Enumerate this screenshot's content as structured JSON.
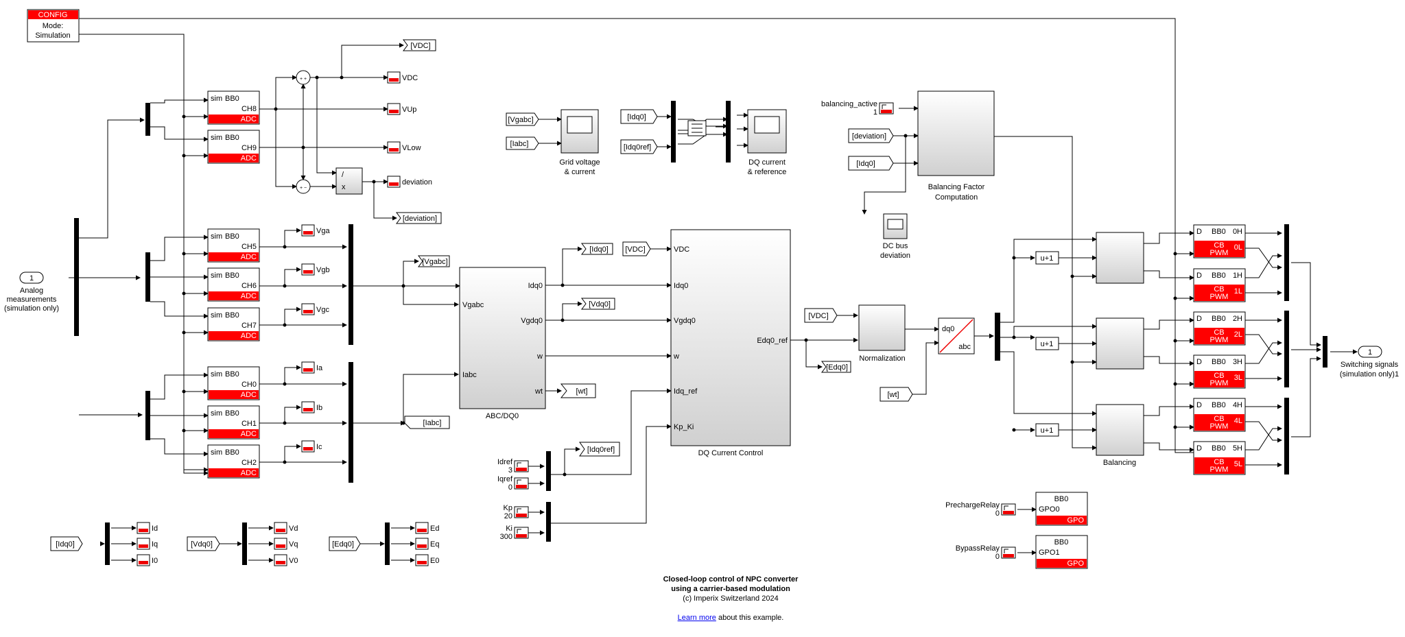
{
  "config": {
    "title": "CONFIG",
    "line1": "Mode:",
    "line2": "Simulation"
  },
  "input_port": {
    "number": "1",
    "label1": "Analog",
    "label2": "measurements",
    "label3": "(simulation only)"
  },
  "output_port": {
    "number": "1",
    "label1": "Switching signals",
    "label2": "(simulation only)1"
  },
  "adc_blocks": [
    {
      "ch": "CH8",
      "out": "VUp"
    },
    {
      "ch": "CH9",
      "out": "VLow"
    },
    {
      "ch": "CH5",
      "out": "Vga"
    },
    {
      "ch": "CH6",
      "out": "Vgb"
    },
    {
      "ch": "CH7",
      "out": "Vgc"
    },
    {
      "ch": "CH0",
      "out": "Ia"
    },
    {
      "ch": "CH1",
      "out": "Ib"
    },
    {
      "ch": "CH2",
      "out": "Ic"
    }
  ],
  "adc_common": {
    "sim": "sim",
    "bb": "BB0",
    "tag": "ADC"
  },
  "tags": {
    "vdc": "[VDC]",
    "deviation": "[deviation]",
    "vgabc": "[Vgabc]",
    "iabc": "[Iabc]",
    "idq0": "[Idq0]",
    "vdq0": "[Vdq0]",
    "wt": "[wt]",
    "idq0ref": "[Idq0ref]",
    "edq0": "[Edq0]"
  },
  "scopes_out": {
    "vdc": "VDC",
    "deviation": "deviation",
    "sum_plus": "+ +",
    "sum_minus": "+ −",
    "div_top": "/",
    "div_bot": "x"
  },
  "scope1": {
    "line1": "Grid voltage",
    "line2": "& current"
  },
  "scope2": {
    "line1": "DQ current",
    "line2": "& reference"
  },
  "scope3": {
    "line1": "DC bus",
    "line2": "deviation"
  },
  "abc_dq0": {
    "name": "ABC/DQ0",
    "in1": "Vgabc",
    "in2": "Iabc",
    "out1": "Idq0",
    "out2": "Vgdq0",
    "out3": "w",
    "out4": "wt"
  },
  "dq_control": {
    "name": "DQ Current Control",
    "in1": "VDC",
    "in2": "Idq0",
    "in3": "Vgdq0",
    "in4": "w",
    "in5": "Idq_ref",
    "in6": "Kp_Ki",
    "out": "Edq0_ref"
  },
  "consts": {
    "idref_label": "Idref",
    "idref_val": "3",
    "iqref_label": "Iqref",
    "iqref_val": "0",
    "kp_label": "Kp",
    "kp_val": "20",
    "ki_label": "Ki",
    "ki_val": "300",
    "bal_label": "balancing_active",
    "bal_val": "1",
    "pre_label": "PrechargeRelay",
    "pre_val": "0",
    "byp_label": "BypassRelay",
    "byp_val": "0"
  },
  "balancing_factor": {
    "line1": "Balancing Factor",
    "line2": "Computation"
  },
  "normalization": {
    "name": "Normalization"
  },
  "dq0abc": {
    "top": "dq0",
    "bot": "abc"
  },
  "balancing": {
    "name": "Balancing"
  },
  "u_plus_1": "u+1",
  "pwm_blocks": [
    {
      "d": "D",
      "bb": "BB0",
      "ch": "0H",
      "low": "0L"
    },
    {
      "d": "D",
      "bb": "BB0",
      "ch": "1H",
      "low": "1L"
    },
    {
      "d": "D",
      "bb": "BB0",
      "ch": "2H",
      "low": "2L"
    },
    {
      "d": "D",
      "bb": "BB0",
      "ch": "3H",
      "low": "3L"
    },
    {
      "d": "D",
      "bb": "BB0",
      "ch": "4H",
      "low": "4L"
    },
    {
      "d": "D",
      "bb": "BB0",
      "ch": "5H",
      "low": "5L"
    }
  ],
  "pwm_common": {
    "cb": "CB",
    "pwm": "PWM"
  },
  "gpo_blocks": [
    {
      "bb": "BB0",
      "ch": "GPO0",
      "tag": "GPO"
    },
    {
      "bb": "BB0",
      "ch": "GPO1",
      "tag": "GPO"
    }
  ],
  "demux": {
    "idq0_outs": [
      "Id",
      "Iq",
      "I0"
    ],
    "vdq0_outs": [
      "Vd",
      "Vq",
      "V0"
    ],
    "edq0_outs": [
      "Ed",
      "Eq",
      "E0"
    ]
  },
  "footer": {
    "title1": "Closed-loop control of NPC converter",
    "title2": "using a carrier-based modulation",
    "copyright": "(c) Imperix Switzerland 2024",
    "link": "Learn more",
    "link_suffix": " about this example."
  }
}
